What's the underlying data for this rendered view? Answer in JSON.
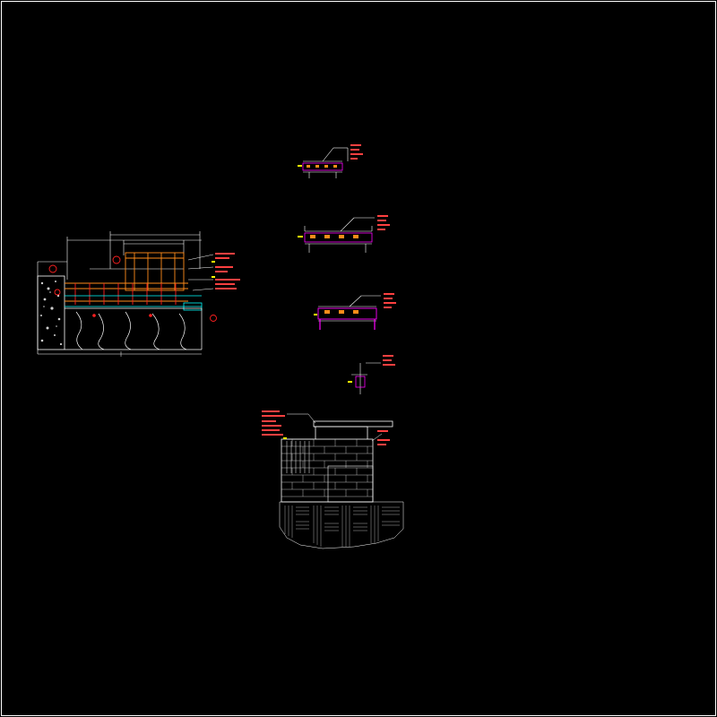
{
  "drawing": {
    "background": "#000000",
    "frame_color": "#ffffff",
    "line_colors": {
      "white": "#ffffff",
      "yellow": "#ffff00",
      "red": "#ff2020",
      "cyan": "#00ffff",
      "magenta": "#ff00ff",
      "orange": "#ff8c1a",
      "green": "#33ff33",
      "gray": "#9a9a9a"
    }
  },
  "views": [
    {
      "name": "section-elevation-main"
    },
    {
      "name": "detail-1"
    },
    {
      "name": "detail-2"
    },
    {
      "name": "detail-3"
    },
    {
      "name": "detail-4"
    },
    {
      "name": "wall-elevation"
    }
  ]
}
